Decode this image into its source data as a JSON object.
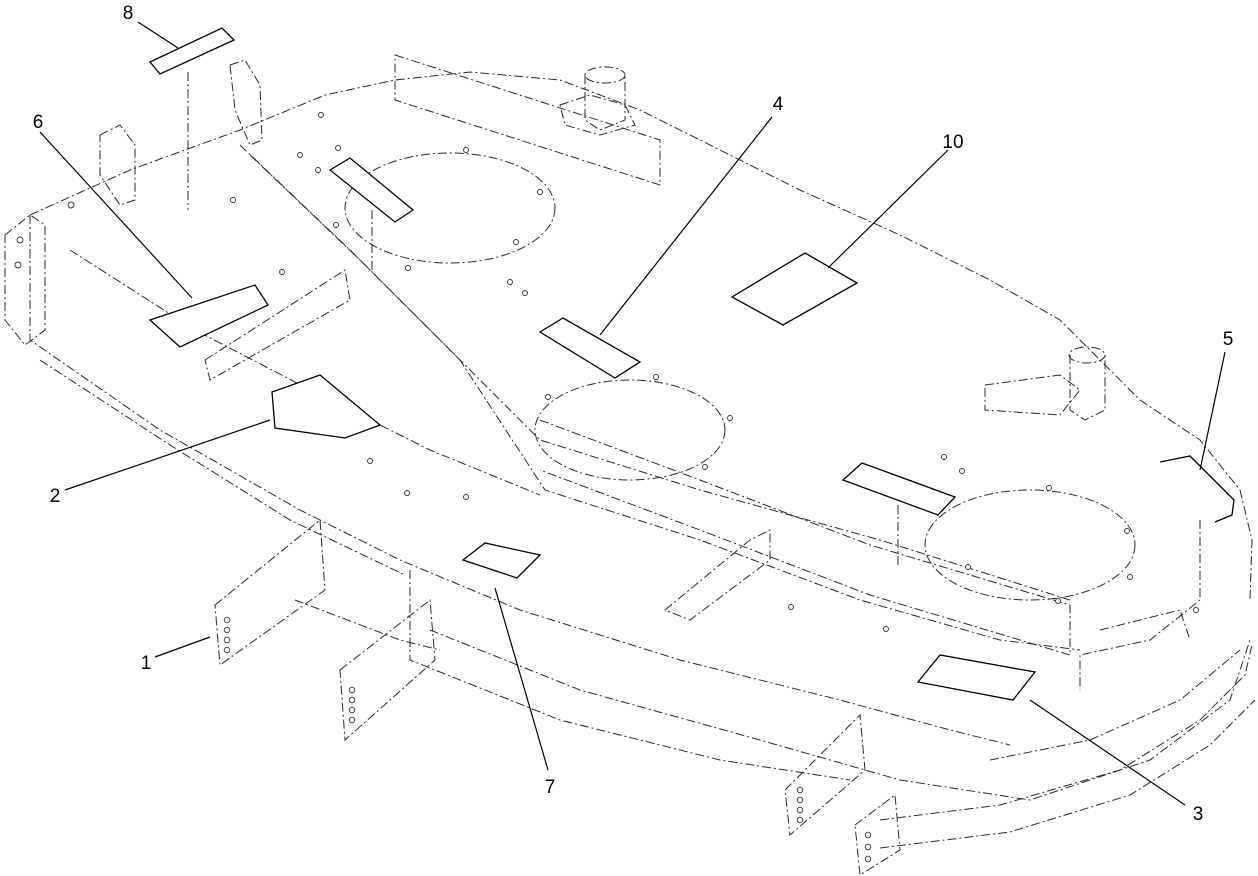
{
  "callouts": [
    {
      "id": "c1",
      "label": "1"
    },
    {
      "id": "c2",
      "label": "2"
    },
    {
      "id": "c3",
      "label": "3"
    },
    {
      "id": "c4",
      "label": "4"
    },
    {
      "id": "c5",
      "label": "5"
    },
    {
      "id": "c6",
      "label": "6"
    },
    {
      "id": "c7",
      "label": "7"
    },
    {
      "id": "c8",
      "label": "8"
    },
    {
      "id": "c10",
      "label": "10"
    }
  ]
}
